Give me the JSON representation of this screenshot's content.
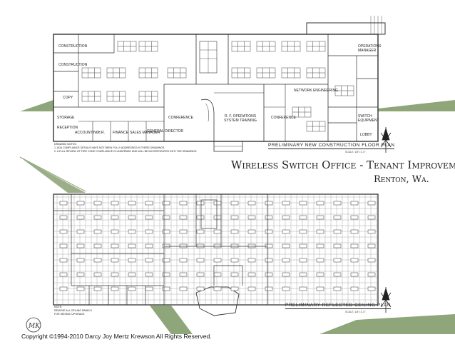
{
  "project": {
    "title": "Wireless Switch Office - Tenant Improvement",
    "location": "Renton, Wa."
  },
  "upper_plan": {
    "caption": "PRELIMINARY NEW CONSTRUCTION FLOOR PLAN",
    "scale": "SCALE: 1/8\"=1'-0\"",
    "notes_heading": "DRAWING NOTES:",
    "notes": [
      "1. ADA COMPLIANCE DETAILS HAVE NOT BEEN FULLY ADDRESSED IN THESE DRAWINGS.",
      "2. A FULL REVIEW OF FIRE CODE COMPLIANCE IS UNDERWAY AND WILL BE INCORPORATED INTO THE DRAWINGS."
    ],
    "rooms": [
      "CONSTRUCTION",
      "CONSTRUCTION",
      "COPY",
      "STORAGE",
      "RECEPTION",
      "ACCOUNTING",
      "H.R.",
      "FINANCE",
      "SALES MANAGER",
      "GENERAL DIRECTOR",
      "CONFERENCE",
      "CONFERENCE",
      "R. F. OPERATIONS SYSTEM TRAINING",
      "NETWORK ENGINEERING",
      "OPERATIONS MANAGER",
      "SWITCH EQUIPMENT",
      "LOBBY"
    ]
  },
  "lower_plan": {
    "caption": "PRELIMINARY REFLECTED CEILING PLAN",
    "scale": "SCALE: 1/8\"=1'-0\"",
    "notes_heading": "NOTE:",
    "notes": [
      "REMOVE ALL CEILING PANELS",
      "FOR SEISMIC UPGRADE."
    ]
  },
  "copyright": "Copyright ©1994-2010 Darcy Joy Mertz Krewson  All Rights Reserved.",
  "colors": {
    "lawn": "#8fa57a",
    "line": "#333333"
  }
}
